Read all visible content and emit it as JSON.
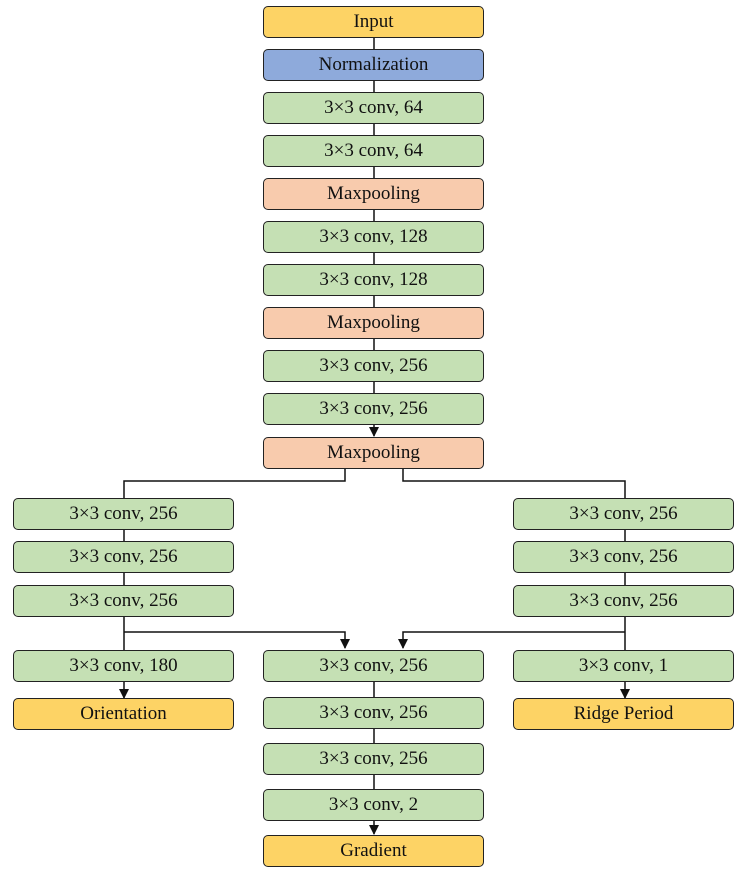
{
  "diagram": {
    "trunk": [
      {
        "id": "input",
        "label": "Input",
        "kind": "io"
      },
      {
        "id": "normalization",
        "label": "Normalization",
        "kind": "norm"
      },
      {
        "id": "conv1",
        "label": "3×3 conv, 64",
        "kind": "conv"
      },
      {
        "id": "conv2",
        "label": "3×3 conv, 64",
        "kind": "conv"
      },
      {
        "id": "pool1",
        "label": "Maxpooling",
        "kind": "pool"
      },
      {
        "id": "conv3",
        "label": "3×3 conv, 128",
        "kind": "conv"
      },
      {
        "id": "conv4",
        "label": "3×3 conv, 128",
        "kind": "conv"
      },
      {
        "id": "pool2",
        "label": "Maxpooling",
        "kind": "pool"
      },
      {
        "id": "conv5",
        "label": "3×3 conv, 256",
        "kind": "conv"
      },
      {
        "id": "conv6",
        "label": "3×3 conv, 256",
        "kind": "conv"
      },
      {
        "id": "pool3",
        "label": "Maxpooling",
        "kind": "pool"
      }
    ],
    "left_branch": [
      {
        "id": "l1",
        "label": "3×3 conv, 256",
        "kind": "conv"
      },
      {
        "id": "l2",
        "label": "3×3 conv, 256",
        "kind": "conv"
      },
      {
        "id": "l3",
        "label": "3×3 conv, 256",
        "kind": "conv"
      },
      {
        "id": "l4",
        "label": "3×3 conv, 180",
        "kind": "conv"
      },
      {
        "id": "orientation",
        "label": "Orientation",
        "kind": "io"
      }
    ],
    "right_branch": [
      {
        "id": "r1",
        "label": "3×3 conv, 256",
        "kind": "conv"
      },
      {
        "id": "r2",
        "label": "3×3 conv, 256",
        "kind": "conv"
      },
      {
        "id": "r3",
        "label": "3×3 conv, 256",
        "kind": "conv"
      },
      {
        "id": "r4",
        "label": "3×3 conv, 1",
        "kind": "conv"
      },
      {
        "id": "ridge",
        "label": "Ridge Period",
        "kind": "io"
      }
    ],
    "center_branch": [
      {
        "id": "m1",
        "label": "3×3 conv, 256",
        "kind": "conv"
      },
      {
        "id": "m2",
        "label": "3×3 conv, 256",
        "kind": "conv"
      },
      {
        "id": "m3",
        "label": "3×3 conv, 256",
        "kind": "conv"
      },
      {
        "id": "m4",
        "label": "3×3 conv, 2",
        "kind": "conv"
      },
      {
        "id": "gradient",
        "label": "Gradient",
        "kind": "io"
      }
    ],
    "colors": {
      "io": "#fdd365",
      "norm": "#8eaadb",
      "conv": "#c5e0b4",
      "pool": "#f8cbad",
      "stroke": "#222222"
    }
  }
}
